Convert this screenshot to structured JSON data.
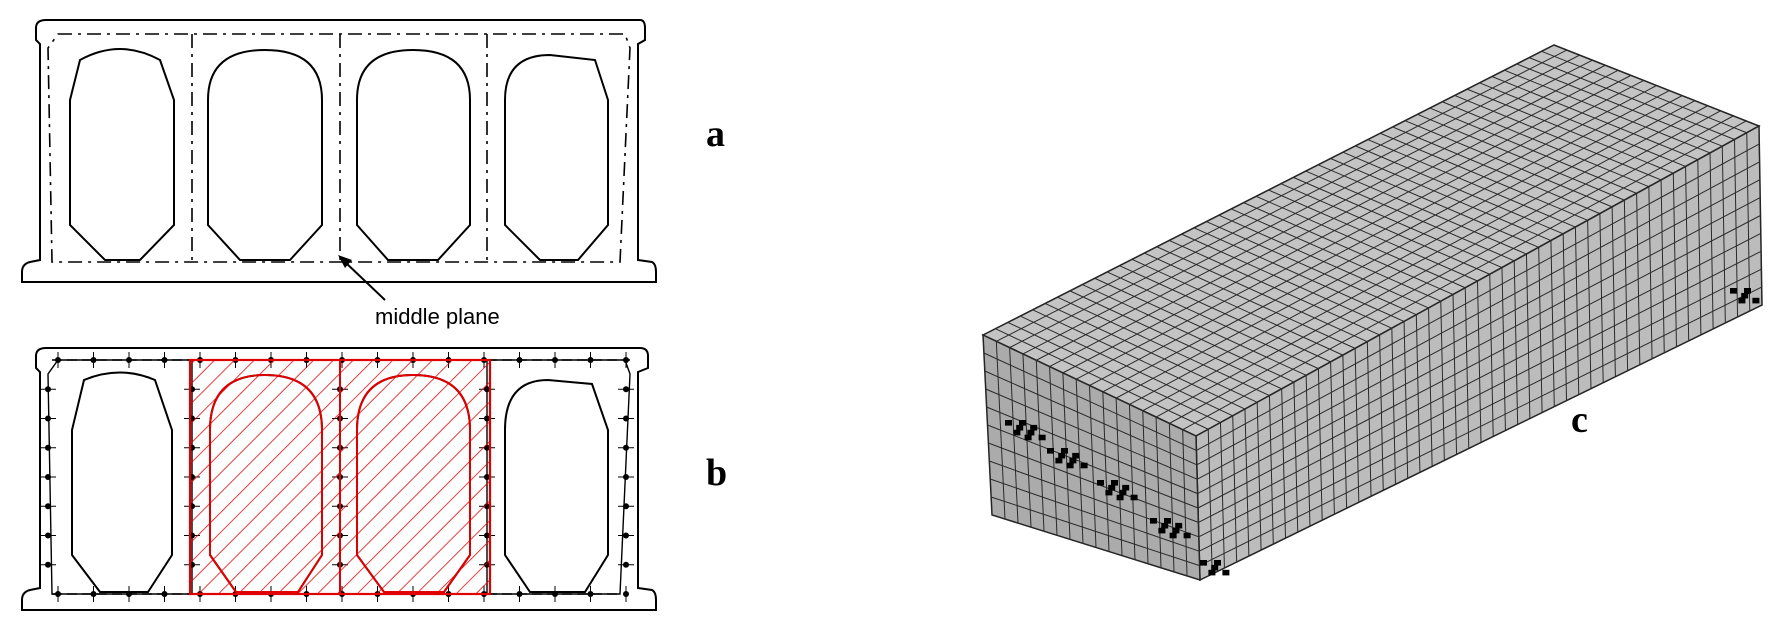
{
  "panels": {
    "a": {
      "letter": "a",
      "callout": "middle plane"
    },
    "b": {
      "letter": "b"
    },
    "c": {
      "letter": "c"
    }
  },
  "colors": {
    "outline": "#000000",
    "hatch": "#e00000",
    "mesh_top": "#c4c4c4",
    "mesh_side": "#bdbdbd",
    "mesh_line": "#2a2a2a",
    "support": "#000000"
  },
  "icons": [
    "arrow-icon"
  ]
}
